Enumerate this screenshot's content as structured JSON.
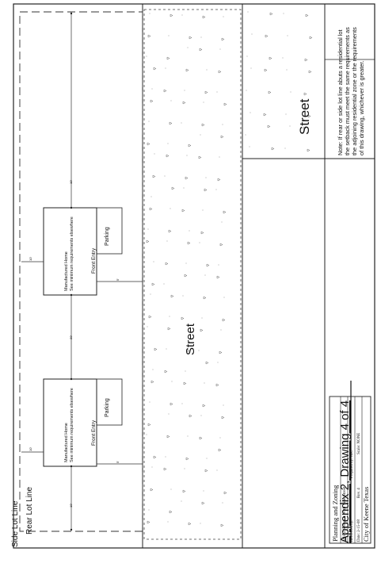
{
  "drawing": {
    "appendix_title": "Appendix 2, Drawing 4 of 4",
    "street_label_1": "Street",
    "street_label_2": "Street",
    "rear_lot_line": "Rear Lot Line",
    "side_lot_line": "Side Lot Line",
    "note": [
      "Note: If rear or side lot line abuts a residential lot",
      "the setback must meet the same requirements as",
      "the adjoining residential zone or the requirements",
      "of this drawing, whichever is greater."
    ],
    "home_1": {
      "title": "Manufactured Home",
      "subtitle": "See minimum requirements elsewhere",
      "front_entry": "Front Entry",
      "parking": "Parking"
    },
    "home_2": {
      "title": "Manufactured Home",
      "subtitle": "See minimum requirements elsewhere",
      "front_entry": "Front Entry",
      "parking": "Parking"
    },
    "dims": {
      "left_setback": "10'",
      "between_homes": "20'",
      "front_setback_1": "5'",
      "front_setback_2": "5'",
      "rear_setback_1": "10'",
      "rear_setback_2": "10'",
      "right_setback": "10'"
    }
  },
  "title_block": {
    "line1": "Planning and Zoning",
    "line2": "MH-2 Setback With Side Street",
    "line3_left": "Reviewed by:",
    "line3_right": "Prepared by:  JDC",
    "line4_date": "Date: 2-15-08",
    "line4_rev": "Rev. 4",
    "line4_scale": "Scale: NONE",
    "line5": "City of Keene Texas"
  }
}
